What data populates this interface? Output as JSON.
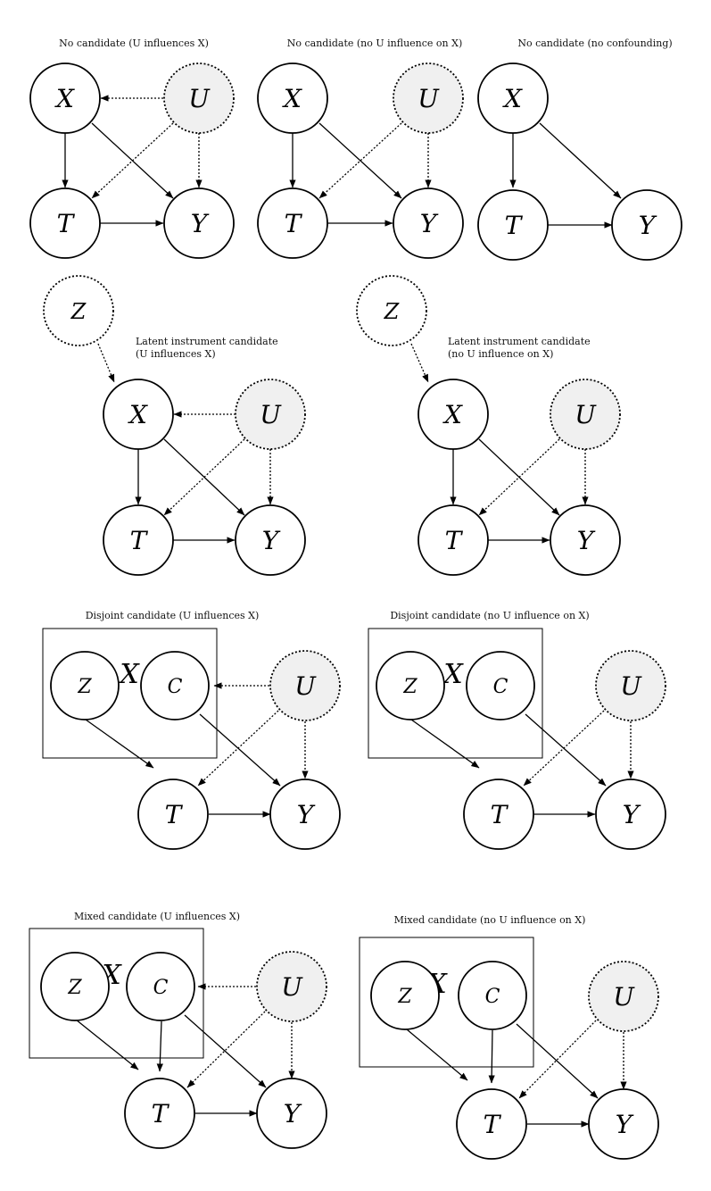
{
  "diagrams": [
    {
      "caption": "No candidate (U influences X)"
    },
    {
      "caption": "No candidate (no U influence on X)"
    },
    {
      "caption": "No candidate (no confounding)"
    },
    {
      "caption_line1": "Latent instrument candidate",
      "caption_line2": "(U influences X)"
    },
    {
      "caption_line1": "Latent instrument candidate",
      "caption_line2": "(no U influence on X)"
    },
    {
      "caption": "Disjoint candidate (U influences X)"
    },
    {
      "caption": "Disjoint candidate (no U influence on X)"
    },
    {
      "caption": "Mixed candidate (U influences X)"
    },
    {
      "caption": "Mixed candidate (no U influence on X)"
    }
  ],
  "node_labels": {
    "X": "X",
    "U": "U",
    "T": "T",
    "Y": "Y",
    "Z": "Z",
    "C": "C"
  },
  "colors": {
    "latent_fill": "#f0f0f0",
    "stroke": "#000000"
  }
}
